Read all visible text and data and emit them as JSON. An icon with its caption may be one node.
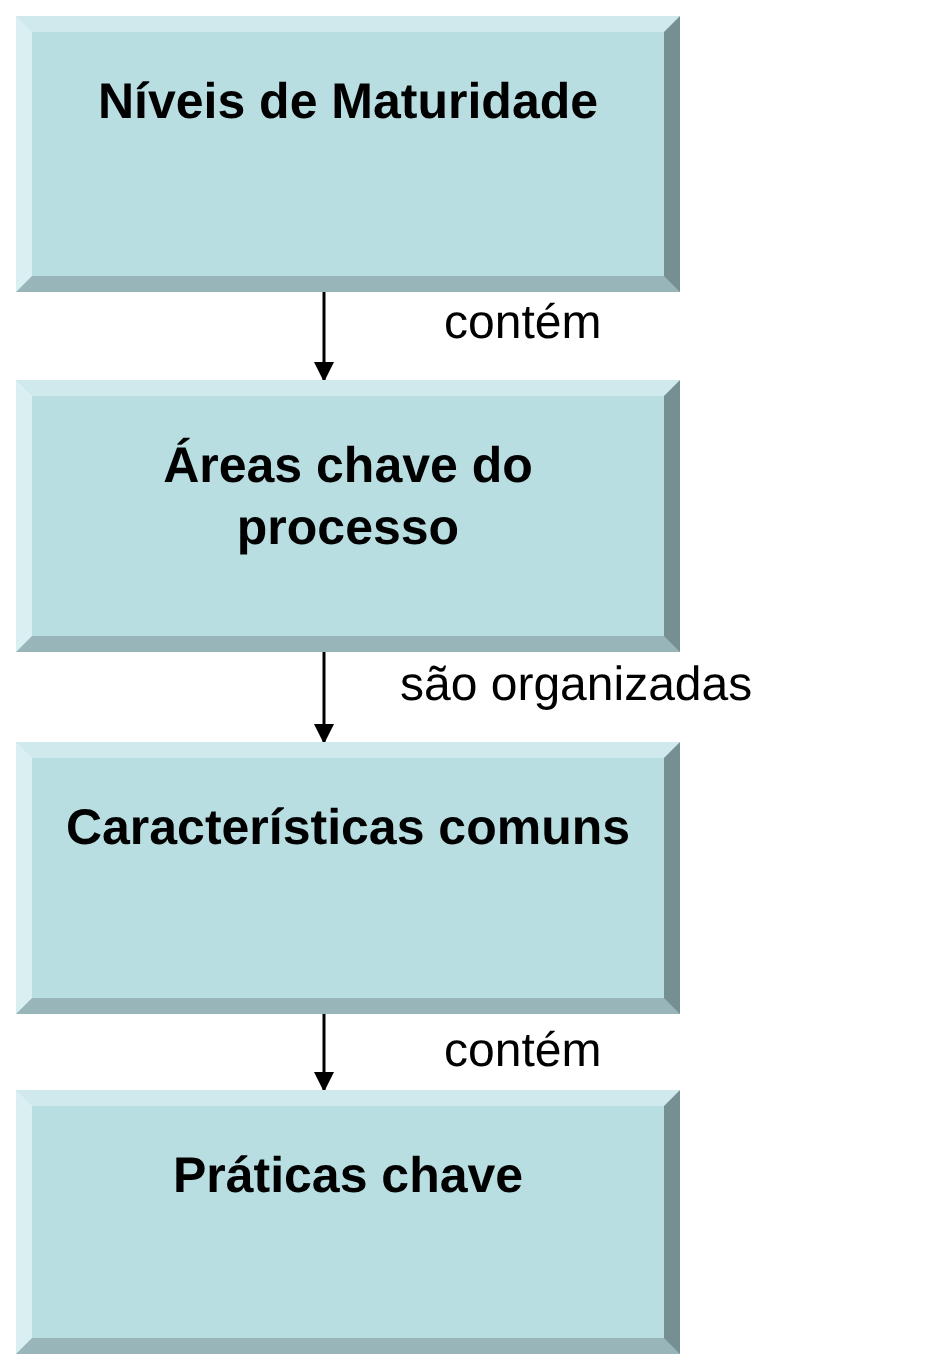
{
  "diagram": {
    "nodes": [
      {
        "text": [
          "Níveis de Maturidade"
        ]
      },
      {
        "text": [
          "Áreas chave do processo"
        ]
      },
      {
        "text": [
          "Características comuns"
        ]
      },
      {
        "text": [
          "Práticas chave"
        ]
      }
    ],
    "edges": [
      {
        "from": 0,
        "to": 1,
        "arrow": "to",
        "label": "contém"
      },
      {
        "from": 1,
        "to": 2,
        "arrow": "to",
        "label": "são organizadas"
      },
      {
        "from": 2,
        "to": 3,
        "arrow": "to",
        "label": "contém"
      }
    ]
  }
}
